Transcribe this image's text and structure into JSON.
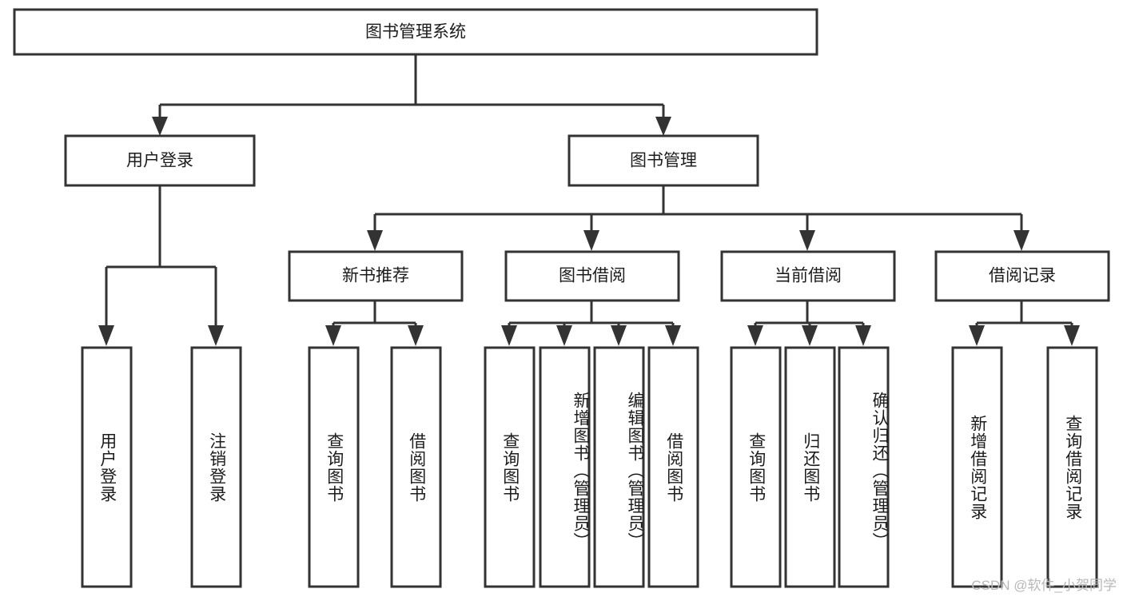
{
  "diagram": {
    "title": "图书管理系统",
    "type": "tree-hierarchy-chart",
    "root": {
      "label": "图书管理系统"
    },
    "level2": [
      {
        "id": "user-login",
        "label": "用户登录"
      },
      {
        "id": "book-management",
        "label": "图书管理"
      }
    ],
    "level3": [
      {
        "id": "new-book-recommend",
        "label": "新书推荐"
      },
      {
        "id": "book-borrow",
        "label": "图书借阅"
      },
      {
        "id": "current-borrow",
        "label": "当前借阅"
      },
      {
        "id": "borrow-record",
        "label": "借阅记录"
      }
    ],
    "leaves": {
      "user_login": [
        {
          "id": "leaf-user-login",
          "label": "用户登录"
        },
        {
          "id": "leaf-logout",
          "label": "注销登录"
        }
      ],
      "new_book_recommend": [
        {
          "id": "leaf-query-book-1",
          "label": "查询图书"
        },
        {
          "id": "leaf-borrow-book-1",
          "label": "借阅图书"
        }
      ],
      "book_borrow": [
        {
          "id": "leaf-query-book-2",
          "label": "查询图书"
        },
        {
          "id": "leaf-add-book",
          "label": "新增图书（管理员）"
        },
        {
          "id": "leaf-edit-book",
          "label": "编辑图书（管理员）"
        },
        {
          "id": "leaf-borrow-book-2",
          "label": "借阅图书"
        }
      ],
      "current_borrow": [
        {
          "id": "leaf-query-book-3",
          "label": "查询图书"
        },
        {
          "id": "leaf-return-book",
          "label": "归还图书"
        },
        {
          "id": "leaf-confirm-return",
          "label": "确认归还（管理员）"
        }
      ],
      "borrow_record": [
        {
          "id": "leaf-add-record",
          "label": "新增借阅记录"
        },
        {
          "id": "leaf-query-record",
          "label": "查询借阅记录"
        }
      ]
    }
  },
  "watermark": {
    "text": "CSDN @软件_小贺同学"
  },
  "colors": {
    "stroke": "#333333",
    "fill": "#ffffff",
    "text": "#1c1c1c",
    "watermark": "#b8b8b8"
  }
}
